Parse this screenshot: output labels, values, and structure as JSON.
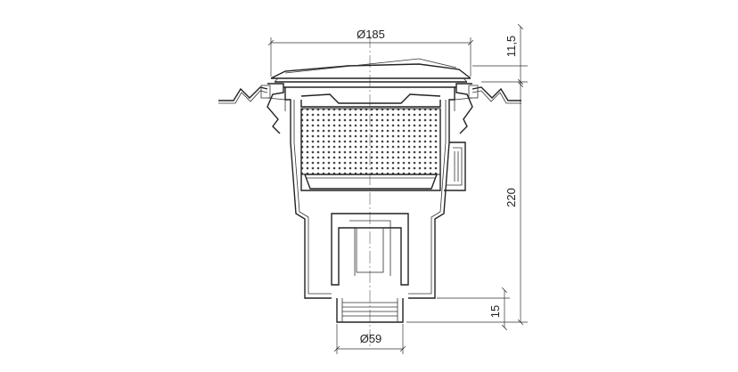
{
  "dimensions": {
    "top_diameter": "Ø185",
    "bottom_diameter": "Ø59",
    "rim_height": "11,5",
    "total_height": "220",
    "outlet_height": "15"
  }
}
